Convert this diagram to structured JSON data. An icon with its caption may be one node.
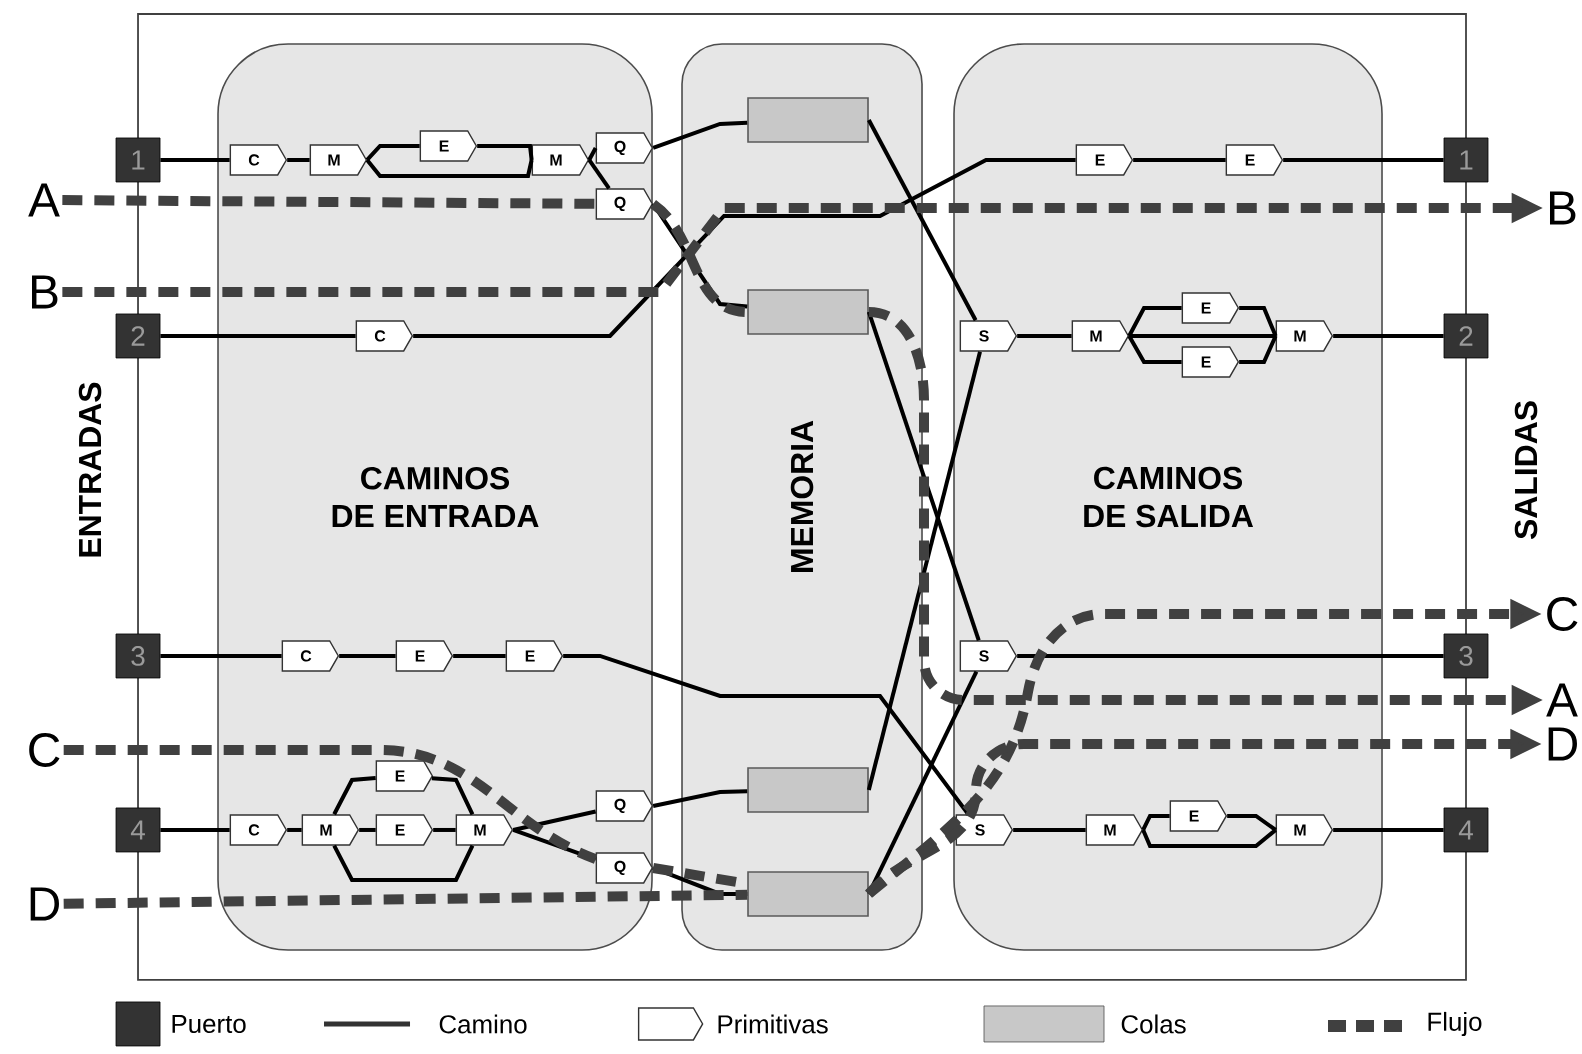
{
  "diagram": {
    "nodes": [
      {
        "text": [
          "CAMINOS DE ENTRADA"
        ]
      },
      {
        "text": [
          "MEMORIA"
        ]
      },
      {
        "text": [
          "CAMINOS DE SALIDA"
        ]
      },
      {
        "text": [
          "1"
        ]
      },
      {
        "text": [
          "2"
        ]
      },
      {
        "text": [
          "3"
        ]
      },
      {
        "text": [
          "4"
        ]
      },
      {
        "text": [
          "1"
        ]
      },
      {
        "text": [
          "2"
        ]
      },
      {
        "text": [
          "3"
        ]
      },
      {
        "text": [
          "4"
        ]
      },
      {
        "text": [
          "C"
        ],
        "in": 0
      },
      {
        "text": [
          "M"
        ],
        "in": 0
      },
      {
        "text": [
          "E"
        ],
        "in": 0
      },
      {
        "text": [
          "M"
        ],
        "in": 0
      },
      {
        "text": [
          "Q"
        ],
        "in": 0
      },
      {
        "text": [
          "Q"
        ],
        "in": 0
      },
      {
        "text": [
          "C"
        ],
        "in": 0
      },
      {
        "text": [
          "C"
        ],
        "in": 0
      },
      {
        "text": [
          "E"
        ],
        "in": 0
      },
      {
        "text": [
          "E"
        ],
        "in": 0
      },
      {
        "text": [
          "C"
        ],
        "in": 0
      },
      {
        "text": [
          "M"
        ],
        "in": 0
      },
      {
        "text": [
          "E"
        ],
        "in": 0
      },
      {
        "text": [
          "E"
        ],
        "in": 0
      },
      {
        "text": [
          "M"
        ],
        "in": 0
      },
      {
        "text": [
          "Q"
        ],
        "in": 0
      },
      {
        "text": [
          "Q"
        ],
        "in": 0
      },
      {
        "text": [],
        "shape": "box",
        "in": 1
      },
      {
        "text": [],
        "shape": "box",
        "in": 1
      },
      {
        "text": [],
        "shape": "box",
        "in": 1
      },
      {
        "text": [],
        "shape": "box",
        "in": 1
      },
      {
        "text": [
          "E"
        ],
        "in": 2
      },
      {
        "text": [
          "E"
        ],
        "in": 2
      },
      {
        "text": [
          "S"
        ],
        "in": 2
      },
      {
        "text": [
          "M"
        ],
        "in": 2
      },
      {
        "text": [
          "E"
        ],
        "in": 2
      },
      {
        "text": [
          "E"
        ],
        "in": 2
      },
      {
        "text": [
          "M"
        ],
        "in": 2
      },
      {
        "text": [
          "S"
        ],
        "in": 2
      },
      {
        "text": [
          "S"
        ],
        "in": 2
      },
      {
        "text": [
          "M"
        ],
        "in": 2
      },
      {
        "text": [
          "E"
        ],
        "in": 2
      },
      {
        "text": [
          "M"
        ],
        "in": 2
      },
      {
        "text": [
          "A"
        ]
      },
      {
        "text": [
          "B"
        ]
      },
      {
        "text": [
          "C"
        ]
      },
      {
        "text": [
          "D"
        ]
      },
      {
        "text": [
          "B"
        ]
      },
      {
        "text": [
          "C"
        ]
      },
      {
        "text": [
          "A"
        ]
      },
      {
        "text": [
          "D"
        ]
      }
    ],
    "edges": [
      {
        "from": 3,
        "to": 11,
        "arrow": "none"
      },
      {
        "from": 11,
        "to": 12,
        "arrow": "none"
      },
      {
        "from": 12,
        "to": 13,
        "arrow": "none"
      },
      {
        "from": 13,
        "to": 14,
        "arrow": "none"
      },
      {
        "from": 12,
        "to": 14,
        "arrow": "none"
      },
      {
        "from": 14,
        "to": 15,
        "arrow": "none"
      },
      {
        "from": 15,
        "to": 28,
        "arrow": "none"
      },
      {
        "from": 14,
        "to": 16,
        "arrow": "none"
      },
      {
        "from": 16,
        "to": 29,
        "arrow": "none"
      },
      {
        "from": 4,
        "to": 17,
        "arrow": "none"
      },
      {
        "from": 17,
        "to": 32,
        "arrow": "none"
      },
      {
        "from": 32,
        "to": 33,
        "arrow": "none"
      },
      {
        "from": 33,
        "to": 7,
        "arrow": "none"
      },
      {
        "from": 5,
        "to": 18,
        "arrow": "none"
      },
      {
        "from": 18,
        "to": 19,
        "arrow": "none"
      },
      {
        "from": 19,
        "to": 20,
        "arrow": "none"
      },
      {
        "from": 20,
        "to": 40,
        "arrow": "none"
      },
      {
        "from": 6,
        "to": 21,
        "arrow": "none"
      },
      {
        "from": 21,
        "to": 22,
        "arrow": "none"
      },
      {
        "from": 22,
        "to": 23,
        "arrow": "none"
      },
      {
        "from": 23,
        "to": 25,
        "arrow": "none"
      },
      {
        "from": 22,
        "to": 24,
        "arrow": "none"
      },
      {
        "from": 24,
        "to": 25,
        "arrow": "none"
      },
      {
        "from": 22,
        "to": 25,
        "arrow": "none"
      },
      {
        "from": 25,
        "to": 26,
        "arrow": "none"
      },
      {
        "from": 25,
        "to": 27,
        "arrow": "none"
      },
      {
        "from": 26,
        "to": 30,
        "arrow": "none"
      },
      {
        "from": 27,
        "to": 31,
        "arrow": "none"
      },
      {
        "from": 28,
        "to": 34,
        "arrow": "none"
      },
      {
        "from": 29,
        "to": 39,
        "arrow": "none"
      },
      {
        "from": 30,
        "to": 34,
        "arrow": "none"
      },
      {
        "from": 31,
        "to": 39,
        "arrow": "none"
      },
      {
        "from": 34,
        "to": 35,
        "arrow": "none"
      },
      {
        "from": 35,
        "to": 36,
        "arrow": "none"
      },
      {
        "from": 35,
        "to": 37,
        "arrow": "none"
      },
      {
        "from": 35,
        "to": 38,
        "arrow": "none"
      },
      {
        "from": 36,
        "to": 38,
        "arrow": "none"
      },
      {
        "from": 37,
        "to": 38,
        "arrow": "none"
      },
      {
        "from": 38,
        "to": 8,
        "arrow": "none"
      },
      {
        "from": 39,
        "to": 9,
        "arrow": "none"
      },
      {
        "from": 40,
        "to": 41,
        "arrow": "none"
      },
      {
        "from": 41,
        "to": 42,
        "arrow": "none"
      },
      {
        "from": 42,
        "to": 43,
        "arrow": "none"
      },
      {
        "from": 41,
        "to": 43,
        "arrow": "none"
      },
      {
        "from": 43,
        "to": 10,
        "arrow": "none"
      },
      {
        "from": 44,
        "to": 16,
        "arrow": "none",
        "style": "dashed",
        "color": "#404040"
      },
      {
        "from": 16,
        "to": 29,
        "arrow": "none",
        "style": "dashed",
        "color": "#404040"
      },
      {
        "from": 29,
        "to": 50,
        "arrow": "to",
        "style": "dashed",
        "color": "#404040"
      },
      {
        "from": 45,
        "to": 48,
        "arrow": "to",
        "style": "dashed",
        "color": "#404040"
      },
      {
        "from": 46,
        "to": 27,
        "arrow": "none",
        "style": "dashed",
        "color": "#404040"
      },
      {
        "from": 27,
        "to": 31,
        "arrow": "none",
        "style": "dashed",
        "color": "#404040"
      },
      {
        "from": 31,
        "to": 49,
        "arrow": "to",
        "style": "dashed",
        "color": "#404040"
      },
      {
        "from": 47,
        "to": 31,
        "arrow": "none",
        "style": "dashed",
        "color": "#404040"
      },
      {
        "from": 31,
        "to": 51,
        "arrow": "to",
        "style": "dashed",
        "color": "#404040"
      }
    ],
    "labels": [
      "ENTRADAS",
      "SALIDAS"
    ],
    "legend": [
      {
        "text": "Puerto",
        "color": "#333333"
      },
      {
        "text": "Camino"
      },
      {
        "text": "Primitivas"
      },
      {
        "text": "Colas",
        "color": "#c8c8c8"
      },
      {
        "text": "Flujo"
      }
    ]
  }
}
